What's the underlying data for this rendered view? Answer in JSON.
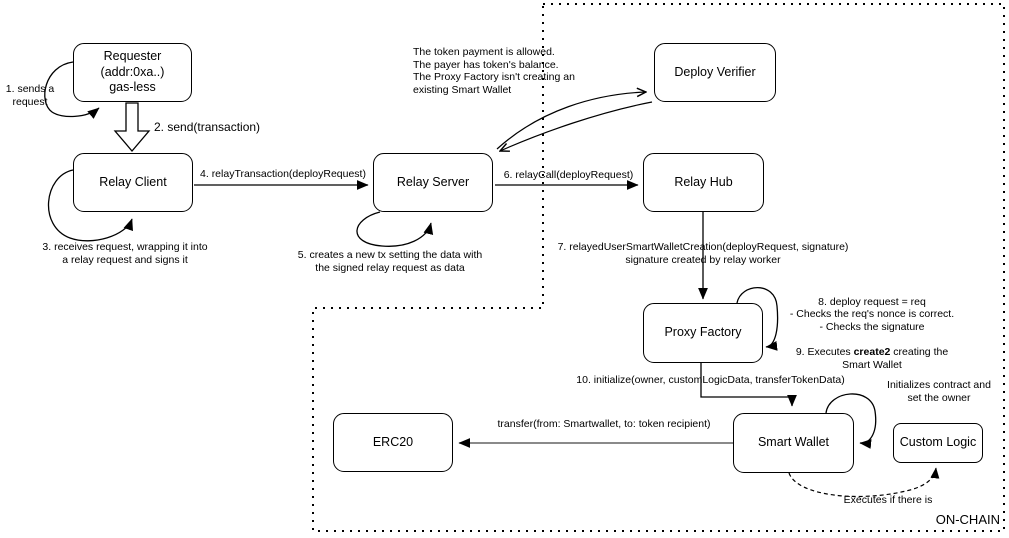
{
  "diagram": {
    "colors": {
      "stroke": "#000000",
      "background": "#ffffff"
    },
    "boundary": {
      "label": "ON-CHAIN"
    },
    "nodes": {
      "requester": {
        "label": "Requester\n(addr:0xa..)\ngas-less"
      },
      "relay_client": {
        "label": "Relay Client"
      },
      "relay_server": {
        "label": "Relay Server"
      },
      "deploy_verifier": {
        "label": "Deploy Verifier"
      },
      "relay_hub": {
        "label": "Relay Hub"
      },
      "proxy_factory": {
        "label": "Proxy Factory"
      },
      "smart_wallet": {
        "label": "Smart Wallet"
      },
      "erc20": {
        "label": "ERC20"
      },
      "custom_logic": {
        "label": "Custom Logic"
      }
    },
    "steps": {
      "step1": "1. sends a\nrequest",
      "step2": "2. send(transaction)",
      "step3": "3. receives request, wrapping it into\na relay request and signs it",
      "step4": "4. relayTransaction(deployRequest)",
      "step5": "5. creates a new tx setting the data with\nthe signed relay request as data",
      "step6": "6. relayCall(deployRequest)",
      "step7": "7. relayedUserSmartWalletCreation(deployRequest, signature)\nsignature created by relay worker",
      "step8": "8. deploy request = req\n- Checks the req's nonce is correct.\n- Checks the signature",
      "step9_pre": "9. Executes ",
      "step9_bold": "create2",
      "step9_post": " creating the\nSmart Wallet",
      "step10": "10. initialize(owner, customLogicData, transferTokenData)"
    },
    "notes": {
      "verifier_note": "The token payment is allowed.\nThe payer has token's balance.\nThe Proxy Factory isn't creating an\nexisting Smart Wallet",
      "transfer": "transfer(from: Smartwallet, to: token recipient)",
      "init_note": "Initializes contract and\nset the owner",
      "executes_note": "Executes if there is"
    }
  }
}
